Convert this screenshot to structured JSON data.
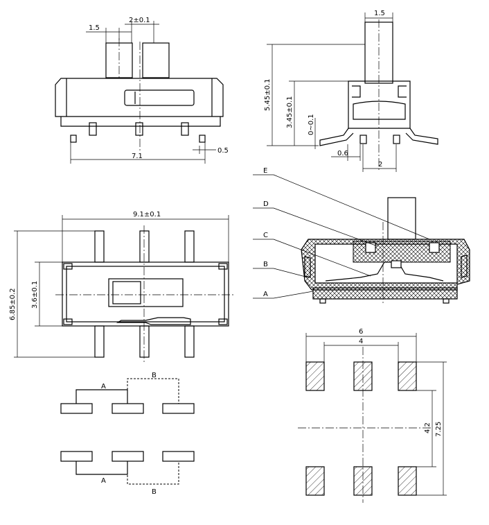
{
  "dimensions": {
    "top_front_width": "1.5",
    "top_front_pitch": "2±0.1",
    "top_front_overall": "7.1",
    "top_front_pin": "0.5",
    "side_actuator": "1.5",
    "side_total_height": "5.45±0.1",
    "side_body_height": "3.45±0.1",
    "side_standoff": "0~0.1",
    "side_pin": "0.6",
    "side_pitch": "2",
    "plan_width": "9.1±0.1",
    "plan_span": "6.85±0.2",
    "plan_body": "3.6±0.1",
    "pad_outer": "6",
    "pad_inner": "4",
    "pad_row_gap": "4.2",
    "pad_total": "7.25"
  },
  "section_labels": [
    "E",
    "D",
    "C",
    "B",
    "A"
  ],
  "circuit": {
    "label_a": "A",
    "label_b": "B"
  }
}
